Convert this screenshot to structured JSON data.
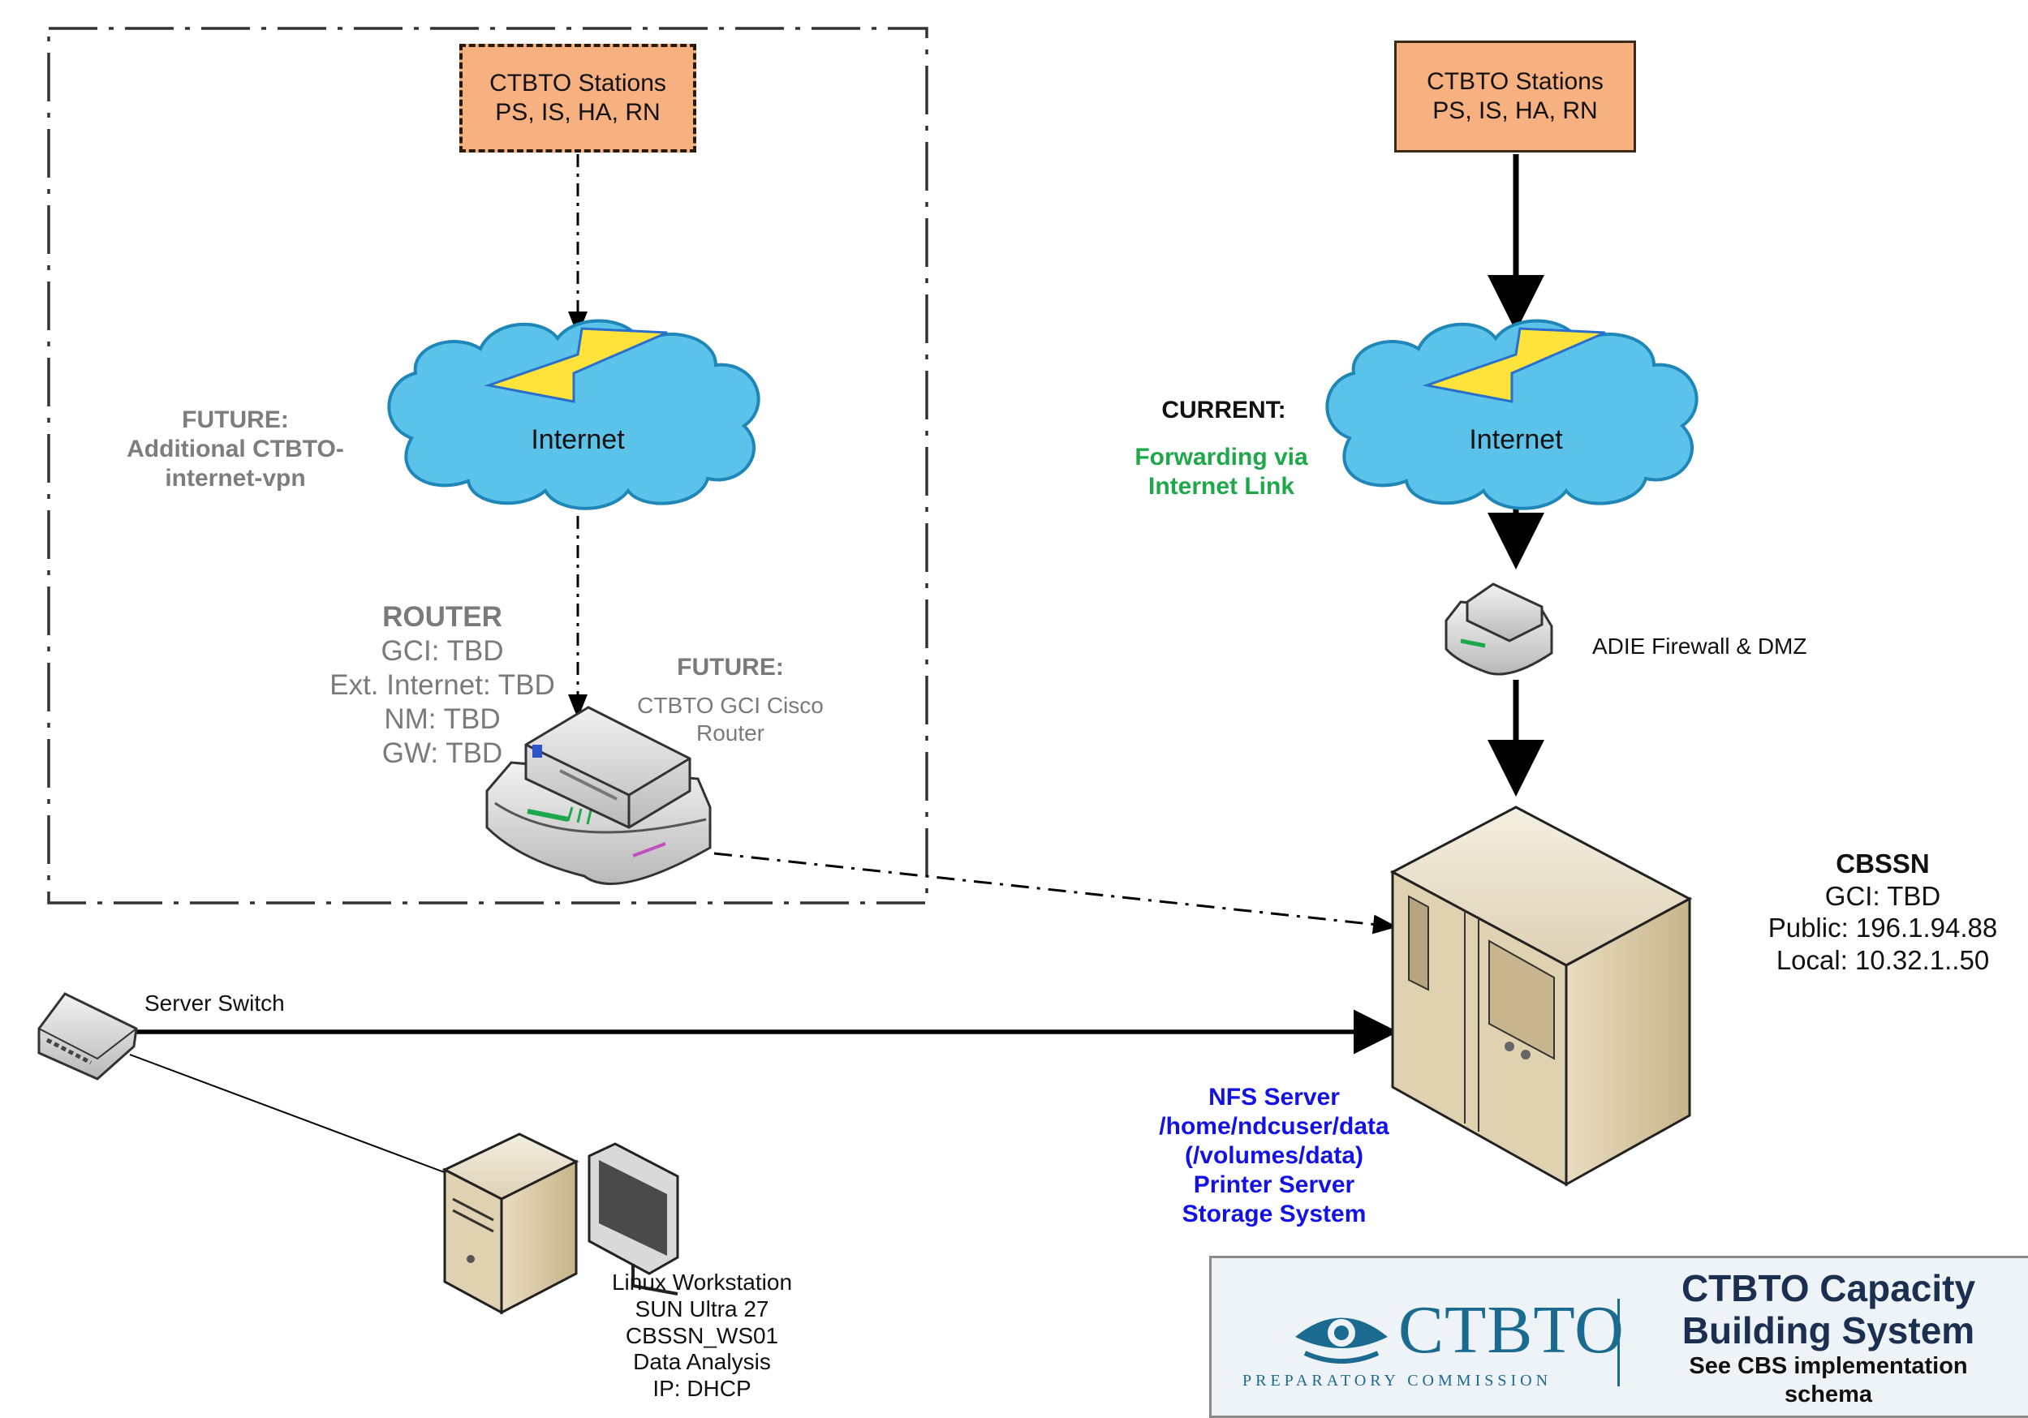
{
  "stations_future": {
    "line1": "CTBTO Stations",
    "line2": "PS, IS, HA, RN"
  },
  "stations_current": {
    "line1": "CTBTO Stations",
    "line2": "PS, IS, HA, RN"
  },
  "internet_future": "Internet",
  "internet_current": "Internet",
  "future_vpn": {
    "line1": "FUTURE:",
    "line2": "Additional CTBTO-",
    "line3": "internet-vpn"
  },
  "current_label": "CURRENT:",
  "forwarding": {
    "line1": "Forwarding via",
    "line2": "Internet Link"
  },
  "router_info": {
    "line1": "ROUTER",
    "line2": "GCI: TBD",
    "line3": "Ext. Internet: TBD",
    "line4": "NM: TBD",
    "line5": "GW: TBD"
  },
  "future_router": {
    "line1": "FUTURE:",
    "line2": "CTBTO GCI Cisco",
    "line3": "Router"
  },
  "firewall_label": "ADIE Firewall & DMZ",
  "cbssn": {
    "line1": "CBSSN",
    "line2": "GCI: TBD",
    "line3": "Public: 196.1.94.88",
    "line4": "Local: 10.32.1..50"
  },
  "switch_label": "Server Switch",
  "nfs": {
    "line1": "NFS Server",
    "line2": "/home/ndcuser/data",
    "line3": "(/volumes/data)",
    "line4": "Printer Server",
    "line5": "Storage System"
  },
  "workstation": {
    "line1": "Linux Workstation",
    "line2": "SUN Ultra 27",
    "line3": "CBSSN_WS01",
    "line4": "Data Analysis",
    "line5": "IP: DHCP"
  },
  "banner": {
    "wordmark": "CTBTO",
    "subline": "PREPARATORY COMMISSION",
    "title_line1": "CTBTO Capacity",
    "title_line2": "Building System",
    "note_line1": "See CBS implementation",
    "note_line2": "schema"
  },
  "colors": {
    "station_fill": "#f7b07f",
    "cloud_fill": "#5bc3ea",
    "label_green": "#1fa84a",
    "label_blue": "#1212e6",
    "banner_text": "#1b2f50"
  },
  "icons": [
    "cloud-icon",
    "lightning-icon",
    "router-icon",
    "firewall-icon",
    "server-icon",
    "switch-icon",
    "workstation-icon",
    "monitor-icon",
    "ctbto-logo"
  ]
}
